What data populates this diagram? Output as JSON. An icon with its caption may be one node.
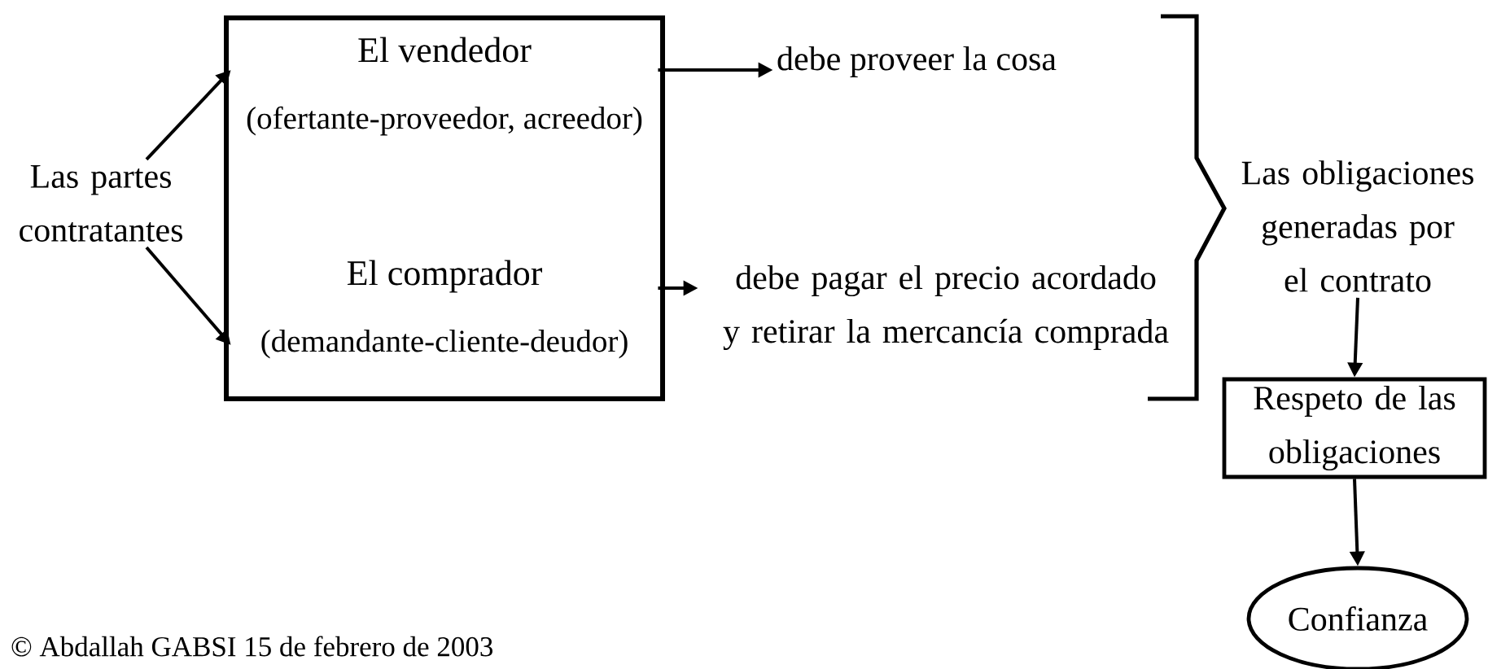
{
  "diagram": {
    "nodes": [
      {
        "text": [
          "Las partes contratantes"
        ]
      },
      {
        "text": [],
        "shape": "box"
      },
      {
        "text": [
          "El vendedor",
          "(ofertante-proveedor, acreedor)"
        ],
        "in": 1
      },
      {
        "text": [
          "El comprador",
          "(demandante-cliente-deudor)"
        ],
        "in": 1
      },
      {
        "text": [
          "debe proveer la cosa"
        ]
      },
      {
        "text": [
          "debe pagar el precio acordado y retirar la mercancía comprada"
        ]
      },
      {
        "text": [
          "Las obligaciones generadas por el contrato"
        ]
      },
      {
        "text": [
          "Respeto de las obligaciones"
        ]
      },
      {
        "text": [
          "Confianza"
        ]
      }
    ],
    "edges": [
      {
        "from": 0,
        "to": 2,
        "arrow": "to"
      },
      {
        "from": 0,
        "to": 3,
        "arrow": "to"
      },
      {
        "from": 2,
        "to": 4,
        "arrow": "to"
      },
      {
        "from": 3,
        "to": 5,
        "arrow": "to"
      },
      {
        "from": 6,
        "to": 7,
        "arrow": "to"
      },
      {
        "from": 7,
        "to": 8,
        "arrow": "to"
      }
    ],
    "labels": [
      "© Abdallah GABSI 15 de febrero de 2003"
    ]
  }
}
